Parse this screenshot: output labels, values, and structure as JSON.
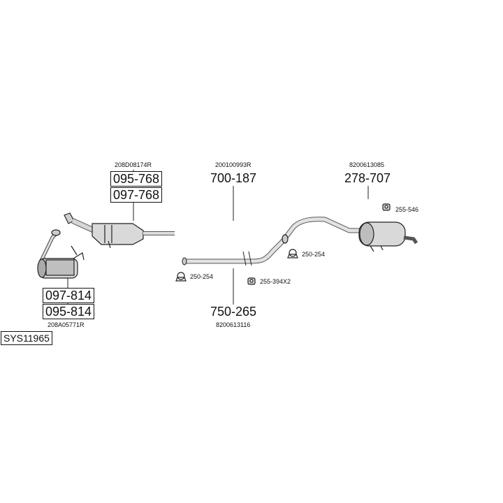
{
  "system_code": "SYS11965",
  "parts": {
    "dpf_front": {
      "oem": "208A05771R",
      "numbers": [
        "097-814",
        "095-814"
      ]
    },
    "cat_converter": {
      "oem": "208D08174R",
      "numbers": [
        "095-768",
        "097-768"
      ]
    },
    "centre_pipe_a": {
      "oem": "200100993R",
      "number": "700-187"
    },
    "centre_pipe_b": {
      "oem": "8200613116",
      "number": "750-265"
    },
    "rear_silencer": {
      "oem": "8200613085",
      "number": "278-707"
    }
  },
  "accessories": {
    "clamp_left": "250-254",
    "clamp_right": "250-254",
    "rubber_hanger_mid": "255-394X2",
    "rubber_hanger_rear": "255-546"
  },
  "colors": {
    "line": "#222222",
    "fill": "#d9d9d9",
    "shade": "#9a9a9a"
  }
}
